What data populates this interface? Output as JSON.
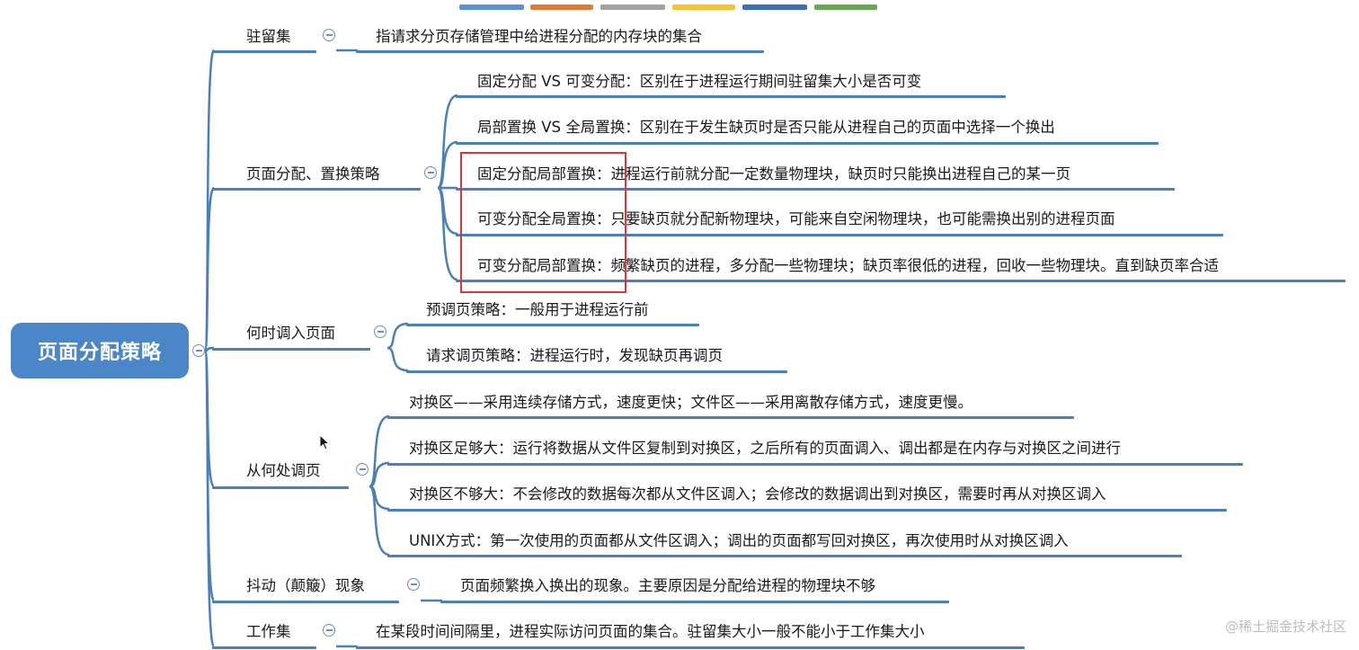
{
  "root": {
    "label": "页面分配策略"
  },
  "colors": {
    "accent": "#4a86c8",
    "line": "#4a7fba",
    "highlight_box": "#d9363e",
    "top_bar": [
      "#5b8fd6",
      "#e07b3b",
      "#a3a3a3",
      "#f2c230",
      "#3d6fb6",
      "#6aa84f"
    ]
  },
  "branches": [
    {
      "label": "驻留集",
      "children": [
        "指请求分页存储管理中给进程分配的内存块的集合"
      ]
    },
    {
      "label": "页面分配、置换策略",
      "children": [
        "固定分配 VS 可变分配：区别在于进程运行期间驻留集大小是否可变",
        "局部置换 VS 全局置换：区别在于发生缺页时是否只能从进程自己的页面中选择一个换出",
        "固定分配局部置换：进程运行前就分配一定数量物理块，缺页时只能换出进程自己的某一页",
        "可变分配全局置换：只要缺页就分配新物理块，可能来自空闲物理块，也可能需换出别的进程页面",
        "可变分配局部置换：频繁缺页的进程，多分配一些物理块；缺页率很低的进程，回收一些物理块。直到缺页率合适"
      ]
    },
    {
      "label": "何时调入页面",
      "children": [
        "预调页策略：一般用于进程运行前",
        "请求调页策略：进程运行时，发现缺页再调页"
      ]
    },
    {
      "label": "从何处调页",
      "children": [
        "对换区——采用连续存储方式，速度更快；文件区——采用离散存储方式，速度更慢。",
        "对换区足够大：运行将数据从文件区复制到对换区，之后所有的页面调入、调出都是在内存与对换区之间进行",
        "对换区不够大：不会修改的数据每次都从文件区调入；会修改的数据调出到对换区，需要时再从对换区调入",
        "UNIX方式：第一次使用的页面都从文件区调入；调出的页面都写回对换区，再次使用时从对换区调入"
      ]
    },
    {
      "label": "抖动（颠簸）现象",
      "children": [
        "页面频繁换入换出的现象。主要原因是分配给进程的物理块不够"
      ]
    },
    {
      "label": "工作集",
      "children": [
        "在某段时间间隔里，进程实际访问页面的集合。驻留集大小一般不能小于工作集大小"
      ]
    }
  ],
  "watermark": "@稀土掘金技术社区"
}
